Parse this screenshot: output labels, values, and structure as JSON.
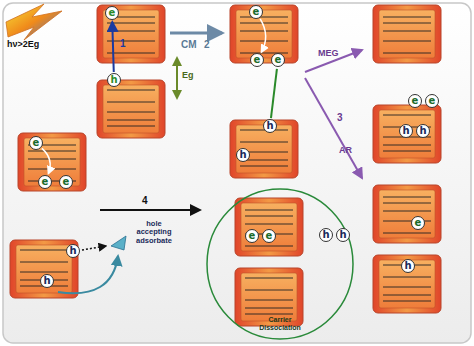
{
  "diagram": {
    "nodes": [
      {
        "text": [
          "e"
        ]
      },
      {
        "text": [
          "h"
        ]
      },
      {
        "text": [
          "e"
        ]
      },
      {
        "text": [
          "e"
        ]
      },
      {
        "text": [
          "e"
        ]
      },
      {
        "text": [
          "h"
        ]
      },
      {
        "text": [
          "h"
        ]
      },
      {
        "text": [
          "e"
        ]
      },
      {
        "text": [
          "e"
        ]
      },
      {
        "text": [
          "h"
        ]
      },
      {
        "text": [
          "h"
        ]
      },
      {
        "text": [
          "e"
        ]
      },
      {
        "text": [
          "e"
        ]
      },
      {
        "text": [
          "e"
        ]
      },
      {
        "text": [
          "h"
        ]
      },
      {
        "text": [
          "h"
        ]
      },
      {
        "text": [
          "Carrier Dissociation"
        ]
      },
      {
        "text": [
          "e"
        ],
        "in": 16
      },
      {
        "text": [
          "e"
        ],
        "in": 16
      },
      {
        "text": [
          "h"
        ],
        "in": 16
      },
      {
        "text": [
          "h"
        ],
        "in": 16
      },
      {
        "text": [
          "e"
        ]
      },
      {
        "text": [
          "h"
        ]
      }
    ],
    "edges": [
      {
        "from": 1,
        "to": 0,
        "arrow": "to"
      },
      {
        "from": 2,
        "to": 3,
        "arrow": "to"
      },
      {
        "from": 5,
        "to": 4,
        "arrow": "none"
      },
      {
        "from": 11,
        "to": 12,
        "arrow": "to"
      }
    ],
    "labels": [
      "hν>2Eg",
      "1",
      "Eg",
      "CM",
      "2",
      "MEG",
      "3",
      "AR",
      "4",
      "hole accepting adsorbate"
    ]
  }
}
